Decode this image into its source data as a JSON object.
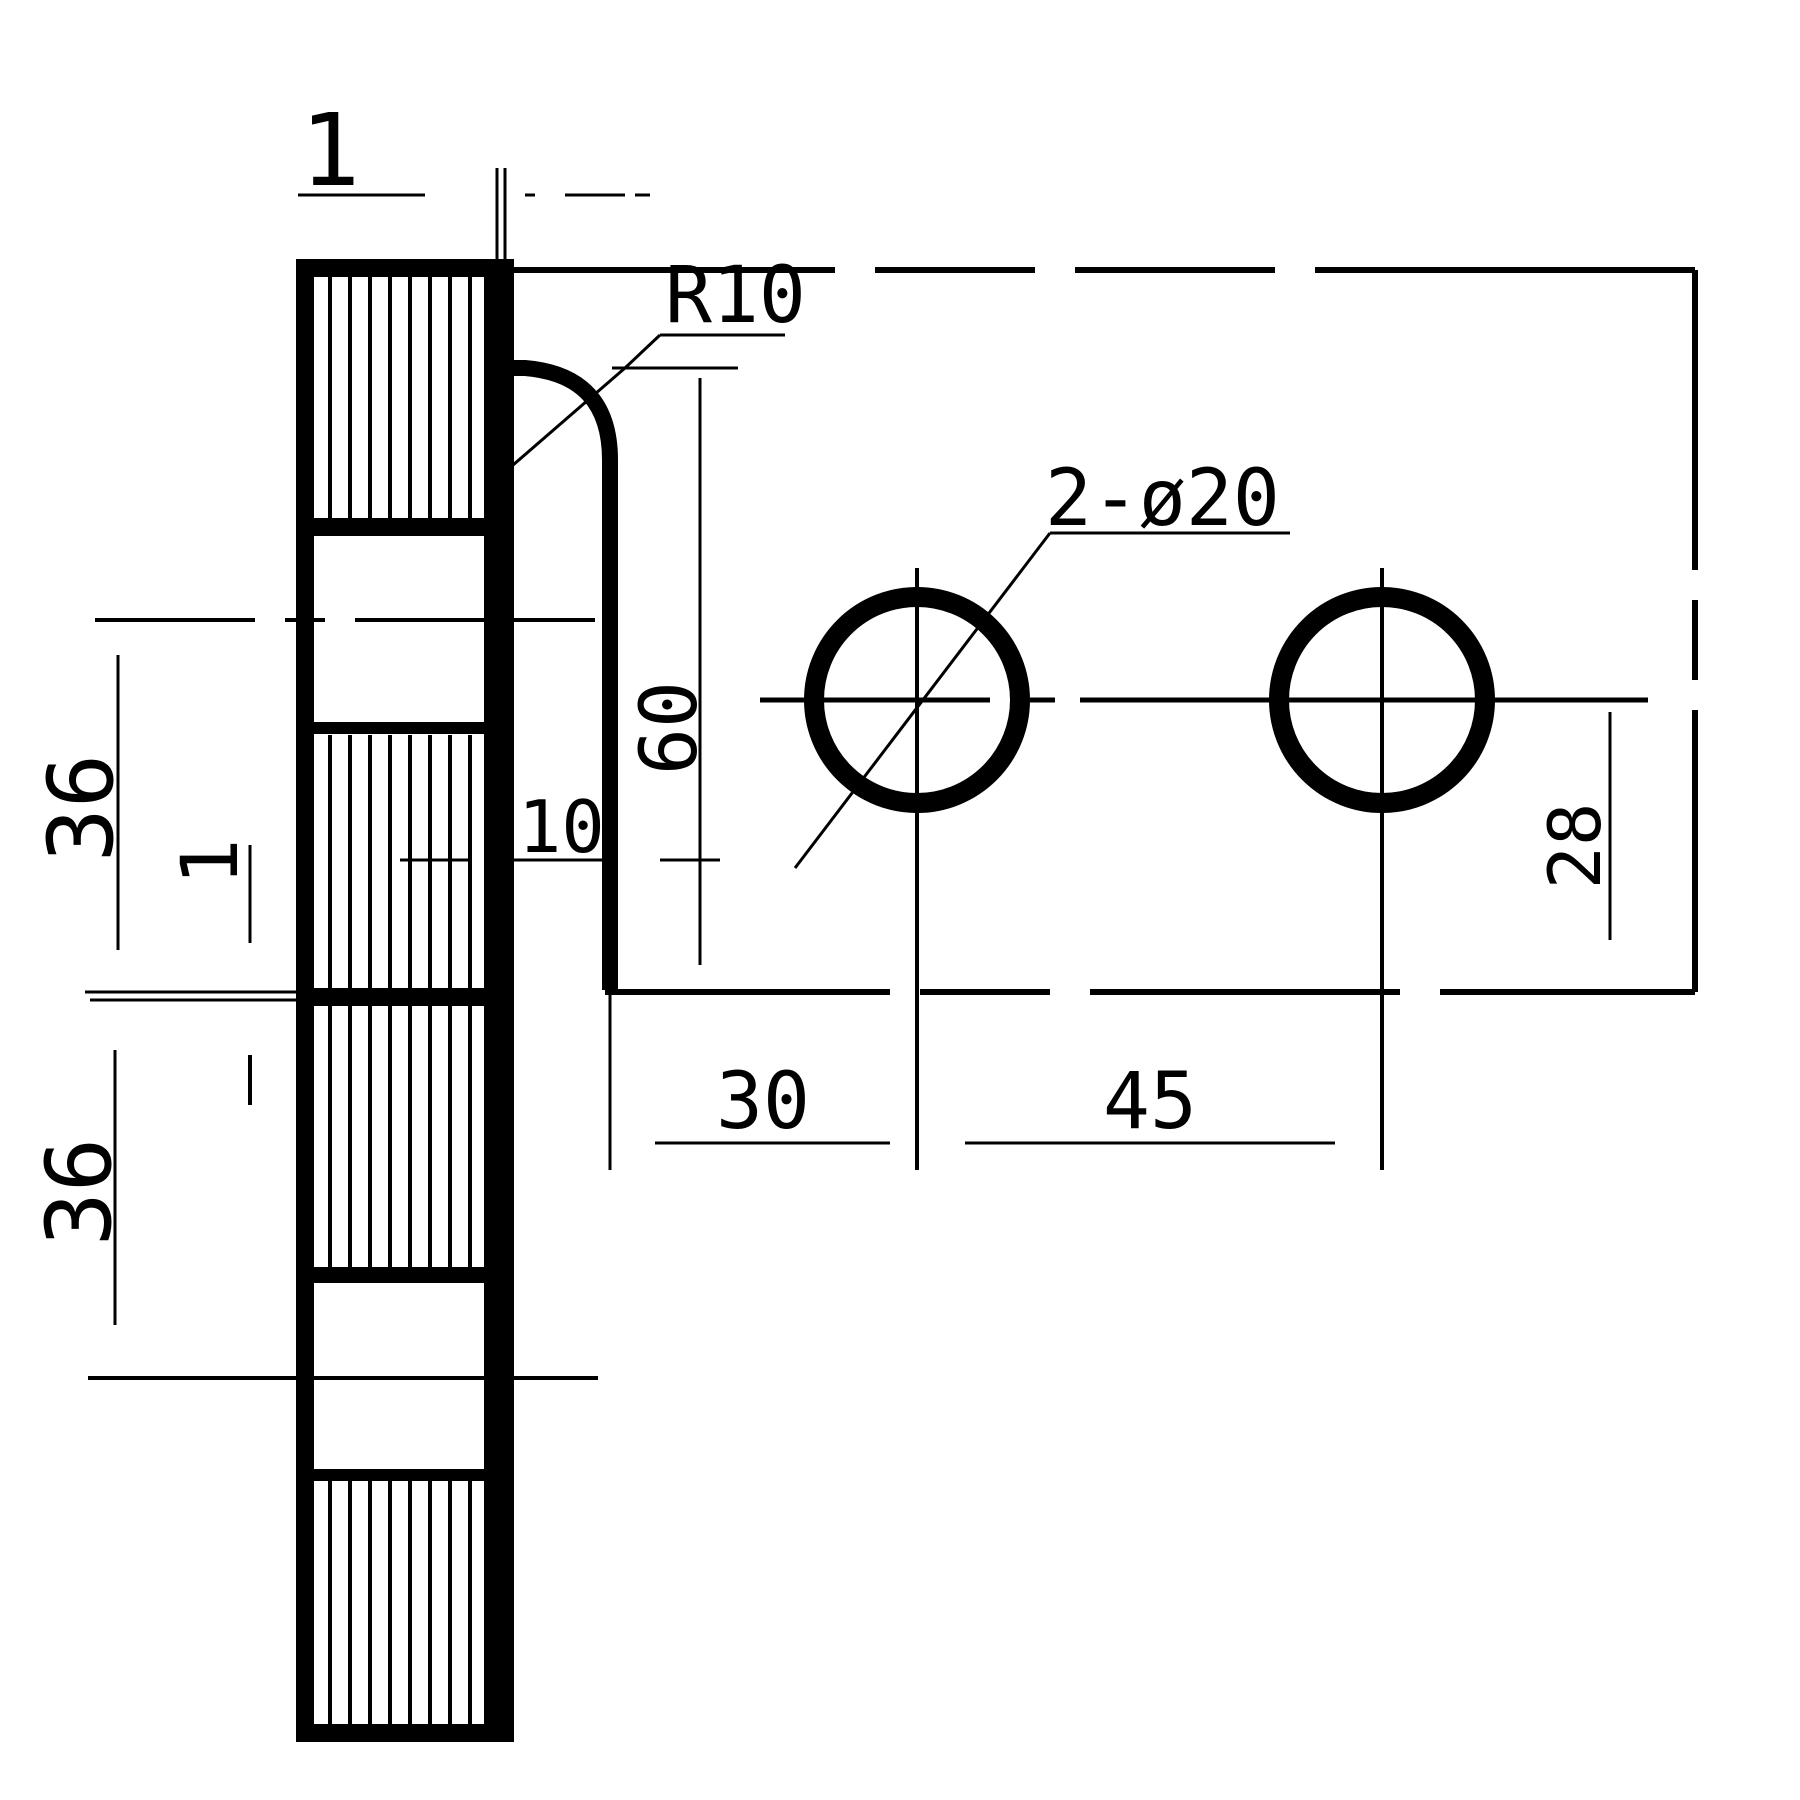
{
  "drawing": {
    "colors": {
      "ink": "#000000",
      "paper": "#ffffff"
    },
    "dimensions": {
      "gap_top": "1",
      "radius": "R10",
      "holes": "2-ø20",
      "height": "60",
      "bend_offset": "10",
      "pitch_lower": "36",
      "gap_side": "1",
      "pitch_upper": "36",
      "hole_row": "28",
      "edge_to_hole": "30",
      "hole_spacing": "45"
    }
  }
}
